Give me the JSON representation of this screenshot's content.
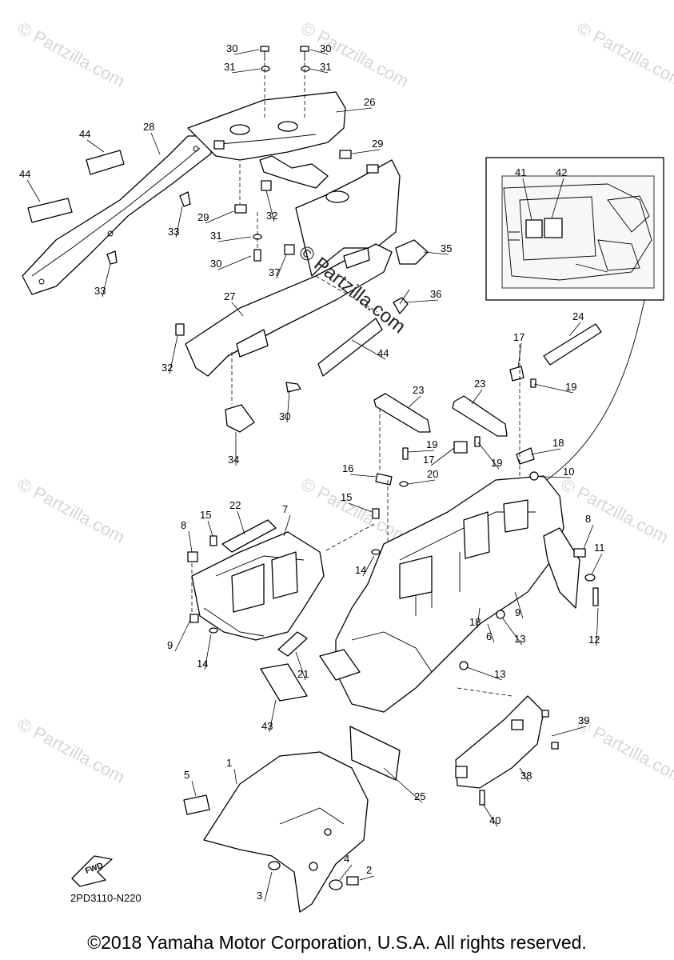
{
  "diagram": {
    "drawing_code": "2PD3110-N220",
    "fwd_label": "FWD",
    "copyright": "©2018 Yamaha Motor Corporation, U.S.A. All rights reserved.",
    "watermark": "© Partzilla.com",
    "center_watermark": "© Partzilla.com",
    "callouts": [
      "1",
      "2",
      "3",
      "4",
      "5",
      "6",
      "7",
      "8",
      "8",
      "9",
      "9",
      "10",
      "11",
      "12",
      "13",
      "13",
      "14",
      "14",
      "15",
      "15",
      "16",
      "17",
      "17",
      "18",
      "18",
      "19",
      "19",
      "19",
      "20",
      "21",
      "22",
      "23",
      "23",
      "24",
      "25",
      "26",
      "27",
      "28",
      "29",
      "29",
      "30",
      "30",
      "30",
      "30",
      "31",
      "31",
      "31",
      "32",
      "32",
      "33",
      "33",
      "34",
      "35",
      "36",
      "37",
      "38",
      "39",
      "40",
      "41",
      "42",
      "43",
      "44",
      "44",
      "44"
    ]
  }
}
